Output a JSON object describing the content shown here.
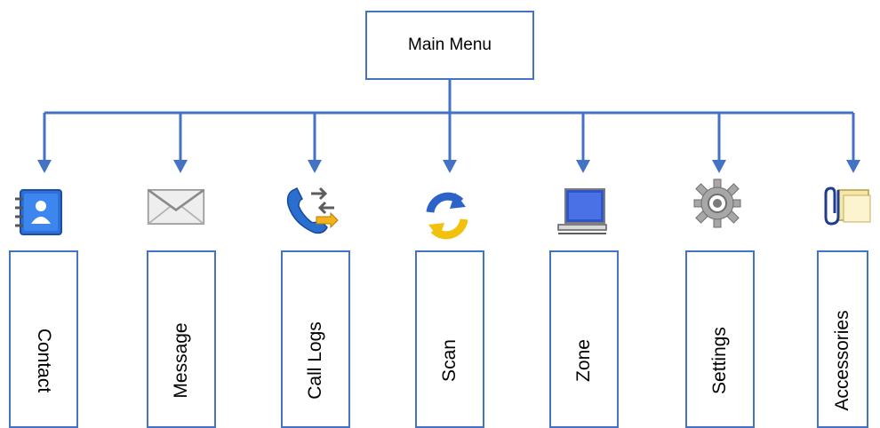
{
  "root": {
    "label": "Main Menu"
  },
  "colors": {
    "connector": "#4472c4",
    "box_border": "#4472c4"
  },
  "items": [
    {
      "label": "Contact",
      "icon": "contact-book-icon"
    },
    {
      "label": "Message",
      "icon": "envelope-icon"
    },
    {
      "label": "Call Logs",
      "icon": "phone-call-icon"
    },
    {
      "label": "Scan",
      "icon": "refresh-scan-icon"
    },
    {
      "label": "Zone",
      "icon": "monitor-icon"
    },
    {
      "label": "Settings",
      "icon": "gear-icon"
    },
    {
      "label": "Accessories",
      "icon": "paperclip-icon"
    }
  ]
}
